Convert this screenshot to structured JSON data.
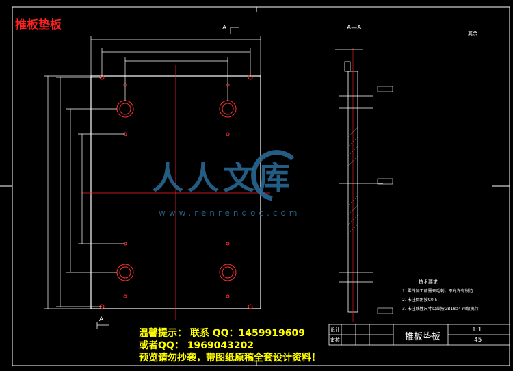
{
  "drawing": {
    "title_overlay": "推板垫板",
    "section_label_top": "A",
    "section_label_bottom": "A",
    "section_view_title": "A—A",
    "roughness_note": "其余",
    "tech_requirements_title": "技术要求",
    "tech_requirements": [
      "1. 零件加工前需去毛刺，不允许有锐边",
      "2. 未注倒角按C0.5",
      "3. 未注线性尺寸公差按GB1804-m级执行"
    ]
  },
  "title_block": {
    "part_name": "推板垫板",
    "scale": "1:1",
    "material_code": "45",
    "design_label": "设计",
    "check_label": "审核"
  },
  "watermark": {
    "logo_text": "人人文库",
    "url": "www.renrendoc.com"
  },
  "notice": {
    "line1": "温馨提示：  联系 QQ：1459919609",
    "line2": "或者QQ：  1969043202",
    "line3": "预览请勿抄袭，带图纸原稿全套设计资料！"
  },
  "colors": {
    "background": "#000000",
    "line": "#ffffff",
    "centerline": "#ff2020",
    "holes": "#ff3030",
    "dims": "#ffffff",
    "notice": "#ffff00",
    "watermark": "#2a6e9c"
  }
}
